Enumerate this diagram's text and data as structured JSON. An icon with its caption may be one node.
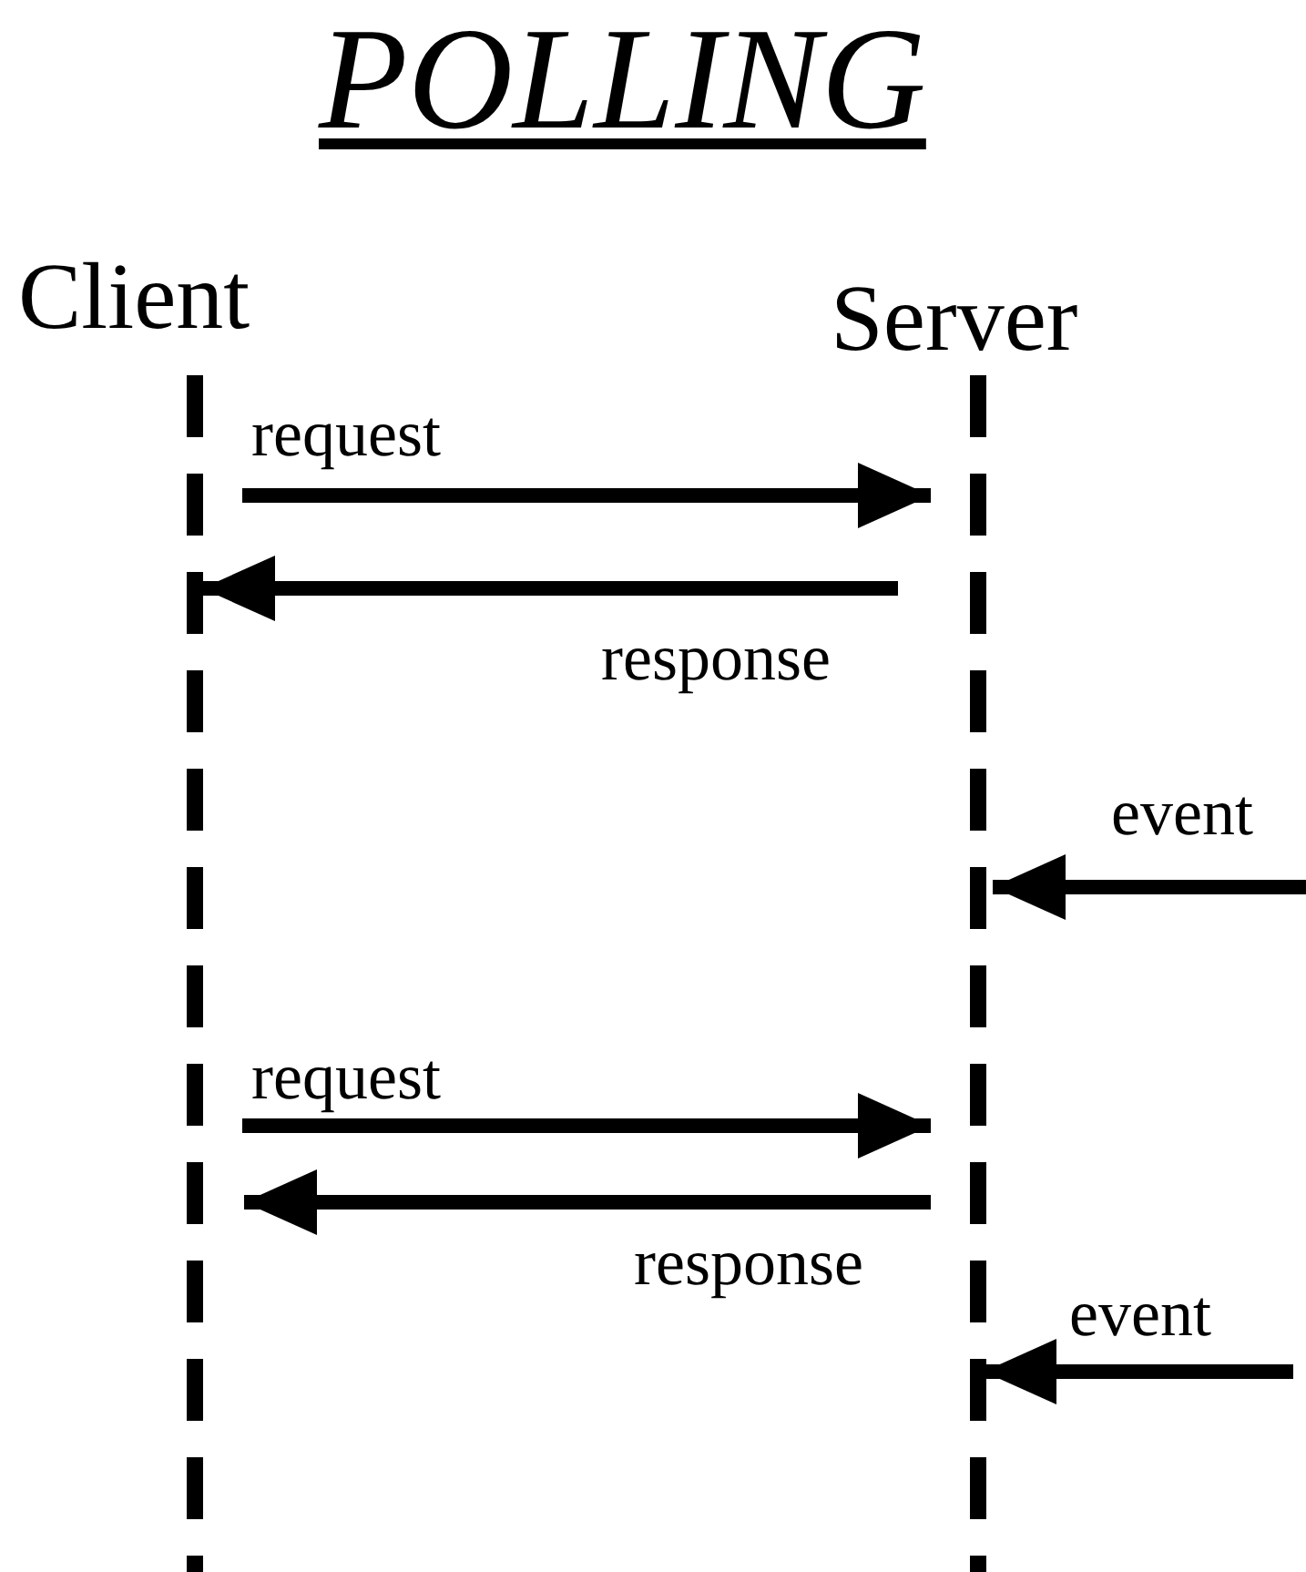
{
  "diagram": {
    "title": "POLLING",
    "nodes": [
      {
        "text": [
          "Client"
        ]
      },
      {
        "text": [
          "Server"
        ]
      }
    ],
    "edges": [
      {
        "from": 0,
        "to": 1,
        "arrow": "to",
        "label": "request"
      },
      {
        "from": 1,
        "to": 0,
        "arrow": "to",
        "label": "response"
      },
      {
        "from": null,
        "to": 1,
        "arrow": "to",
        "label": "event"
      },
      {
        "from": 0,
        "to": 1,
        "arrow": "to",
        "label": "request"
      },
      {
        "from": 1,
        "to": 0,
        "arrow": "to",
        "label": "response"
      },
      {
        "from": null,
        "to": 1,
        "arrow": "to",
        "label": "event"
      }
    ]
  }
}
